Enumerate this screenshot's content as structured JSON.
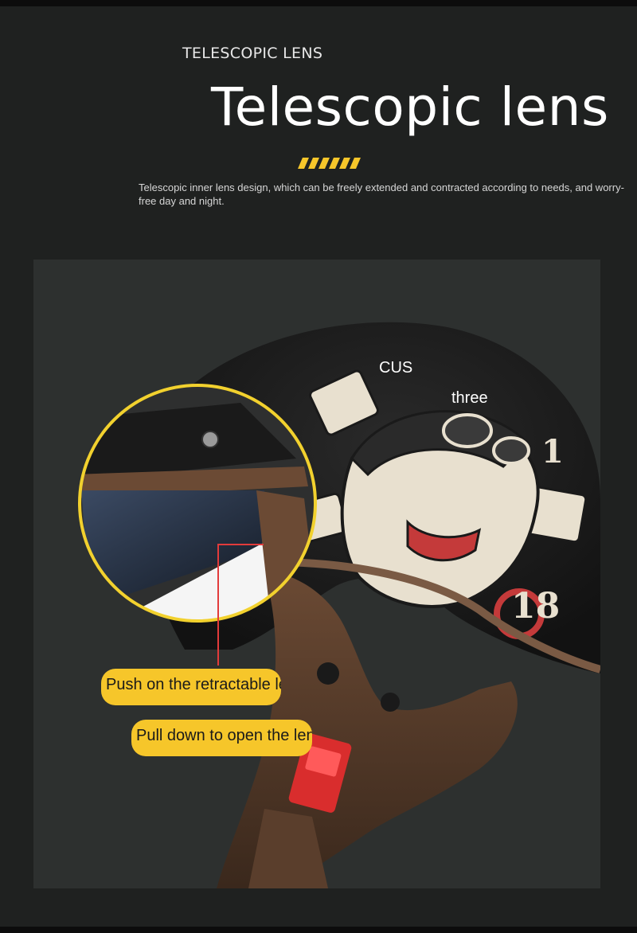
{
  "header": {
    "eyebrow": "TELESCOPIC LENS",
    "title": "Telescopic lens",
    "description": "Telescopic inner lens design, which can be freely extended and contracted according to needs, and worry-free day and night."
  },
  "colors": {
    "background": "#1f2120",
    "accent_yellow": "#f6c62a",
    "pointer_red": "#e23b3b"
  },
  "photo": {
    "graphic_text_1": "CUS",
    "graphic_text_2": "three",
    "helmet_number": "18",
    "helmet_number_small": "1",
    "callout_push": "Push on the retractable lens",
    "callout_pull": "Pull down to open the lens"
  }
}
